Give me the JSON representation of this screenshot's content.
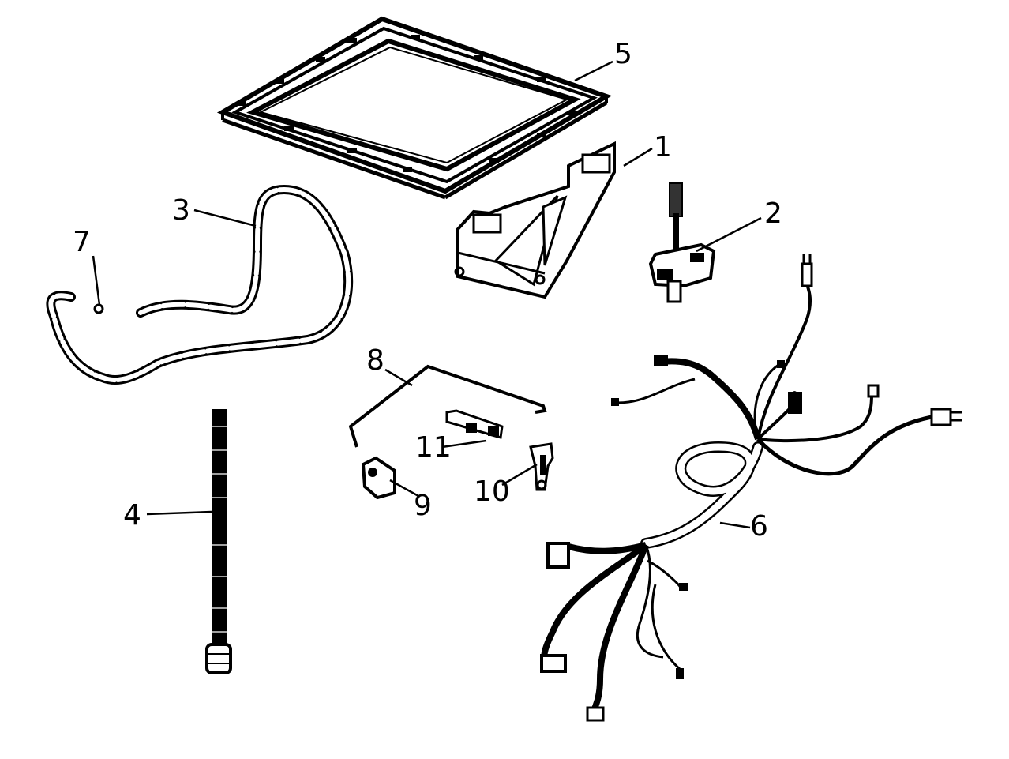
{
  "callouts": [
    {
      "id": "1",
      "text": "1"
    },
    {
      "id": "2",
      "text": "2"
    },
    {
      "id": "3",
      "text": "3"
    },
    {
      "id": "4",
      "text": "4"
    },
    {
      "id": "5",
      "text": "5"
    },
    {
      "id": "6",
      "text": "6"
    },
    {
      "id": "7",
      "text": "7"
    },
    {
      "id": "8",
      "text": "8"
    },
    {
      "id": "9",
      "text": "9"
    },
    {
      "id": "10",
      "text": "10"
    },
    {
      "id": "11",
      "text": "11"
    }
  ],
  "parts": [
    {
      "id": "1",
      "name": "bracket"
    },
    {
      "id": "2",
      "name": "valve-switch"
    },
    {
      "id": "3",
      "name": "hose"
    },
    {
      "id": "4",
      "name": "drain-tube"
    },
    {
      "id": "5",
      "name": "top-frame-gasket"
    },
    {
      "id": "6",
      "name": "wire-harness"
    },
    {
      "id": "7",
      "name": "clip"
    },
    {
      "id": "8",
      "name": "rod"
    },
    {
      "id": "9",
      "name": "switch"
    },
    {
      "id": "10",
      "name": "actuator"
    },
    {
      "id": "11",
      "name": "terminal-strip"
    }
  ]
}
